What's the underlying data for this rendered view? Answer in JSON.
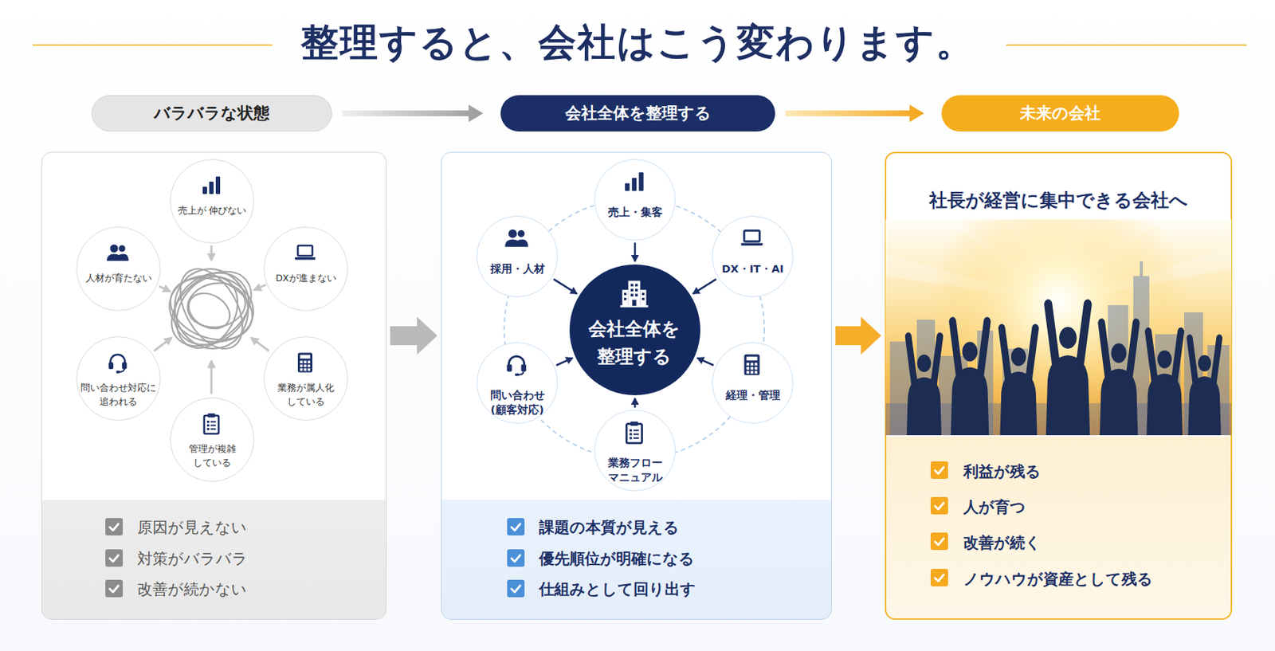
{
  "diagram": {
    "title": "整理すると、会社はこう変わります。",
    "nodes": [
      {
        "text": [
          "バラバラな状態"
        ]
      },
      {
        "text": [
          "会社全体を整理する"
        ]
      },
      {
        "text": [
          "未来の会社"
        ]
      },
      {
        "text": [
          "原因が見えない",
          "対策がバラバラ",
          "改善が続かない"
        ]
      },
      {
        "text": [
          "売上が 伸びない"
        ],
        "in": 3
      },
      {
        "text": [
          "DXが進まない"
        ],
        "in": 3
      },
      {
        "text": [
          "業務が属人化 している"
        ],
        "in": 3
      },
      {
        "text": [
          "管理が複雑 している"
        ],
        "in": 3
      },
      {
        "text": [
          "問い合わせ対応に 追われる"
        ],
        "in": 3
      },
      {
        "text": [
          "人材が育たない"
        ],
        "in": 3
      },
      {
        "text": [
          "課題の本質が見える",
          "優先順位が明確になる",
          "仕組みとして回り出す"
        ]
      },
      {
        "text": [
          "売上・集客"
        ],
        "in": 10
      },
      {
        "text": [
          "DX・IT・AI"
        ],
        "in": 10
      },
      {
        "text": [
          "経理・管理"
        ],
        "in": 10
      },
      {
        "text": [
          "業務フロー マニュアル"
        ],
        "in": 10
      },
      {
        "text": [
          "問い合わせ (顧客対応)"
        ],
        "in": 10
      },
      {
        "text": [
          "採用・人材"
        ],
        "in": 10
      },
      {
        "text": [
          "会社全体を 整理する"
        ],
        "in": 10
      },
      {
        "text": [
          "社長が経営に集中できる会社へ",
          "利益が残る",
          "人が育つ",
          "改善が続く",
          "ノウハウが資産として残る"
        ]
      }
    ],
    "edges": [
      {
        "from": 0,
        "to": 1,
        "arrow": "to"
      },
      {
        "from": 1,
        "to": 2,
        "arrow": "to"
      },
      {
        "from": 3,
        "to": 10,
        "arrow": "to"
      },
      {
        "from": 10,
        "to": 18,
        "arrow": "to"
      },
      {
        "from": 11,
        "to": 17,
        "arrow": "to"
      },
      {
        "from": 12,
        "to": 17,
        "arrow": "to"
      },
      {
        "from": 13,
        "to": 17,
        "arrow": "to"
      },
      {
        "from": 14,
        "to": 17,
        "arrow": "to"
      },
      {
        "from": 15,
        "to": 17,
        "arrow": "to"
      },
      {
        "from": 16,
        "to": 17,
        "arrow": "to"
      }
    ]
  }
}
